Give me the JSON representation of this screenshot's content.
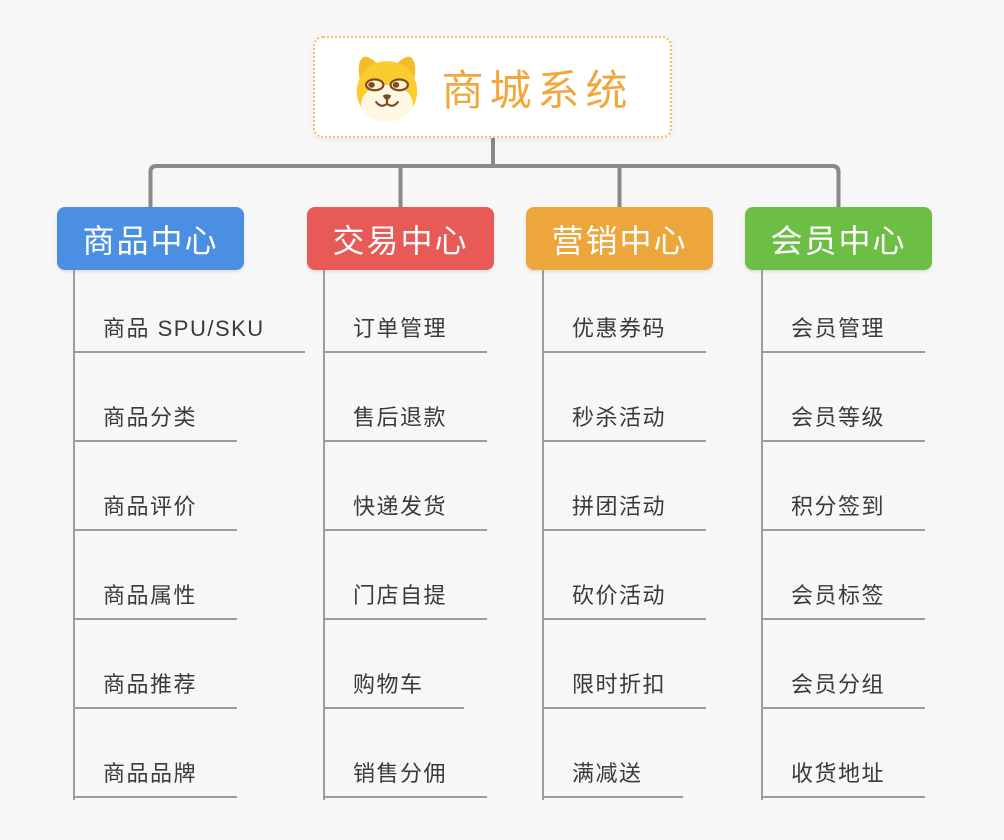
{
  "canvas": {
    "background": "#F7F7F7"
  },
  "colors": {
    "connector": "#8A8A8A",
    "child_line": "#9C9C9C",
    "child_text": "#3A3A3A"
  },
  "root": {
    "title": "商城系统",
    "icon": "dog-face-icon",
    "text_color": "#F2A73E",
    "border_color": "#F3BC6B",
    "background": "#FFFFFF"
  },
  "branches": [
    {
      "id": "product-center",
      "label": "商品中心",
      "color": "#4A8FE2",
      "children": [
        "商品 SPU/SKU",
        "商品分类",
        "商品评价",
        "商品属性",
        "商品推荐",
        "商品品牌"
      ]
    },
    {
      "id": "trade-center",
      "label": "交易中心",
      "color": "#E85A55",
      "children": [
        "订单管理",
        "售后退款",
        "快递发货",
        "门店自提",
        "购物车",
        "销售分佣"
      ]
    },
    {
      "id": "marketing-center",
      "label": "营销中心",
      "color": "#EDA63B",
      "children": [
        "优惠券码",
        "秒杀活动",
        "拼团活动",
        "砍价活动",
        "限时折扣",
        "满减送"
      ]
    },
    {
      "id": "member-center",
      "label": "会员中心",
      "color": "#6CBE44",
      "children": [
        "会员管理",
        "会员等级",
        "积分签到",
        "会员标签",
        "会员分组",
        "收货地址"
      ]
    }
  ]
}
